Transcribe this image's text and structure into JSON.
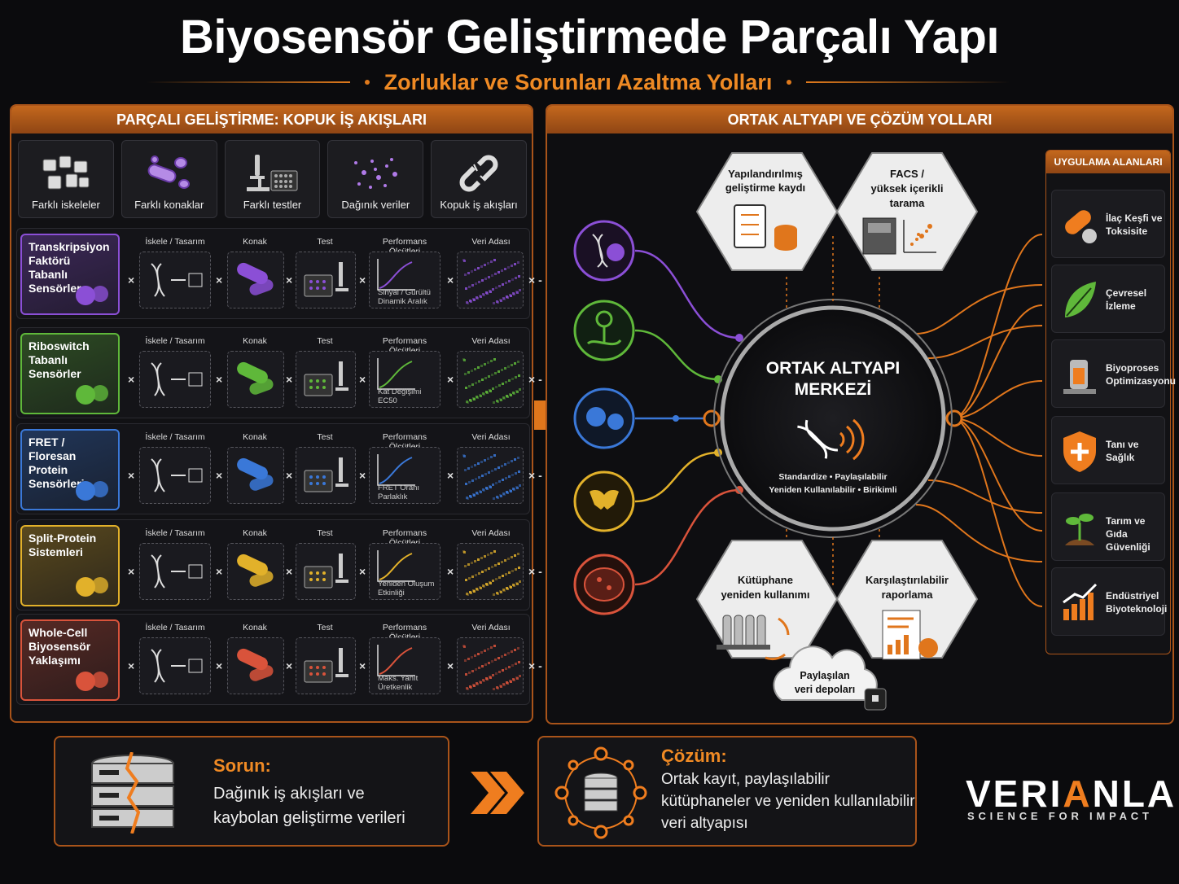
{
  "header": {
    "title": "Biyosensör Geliştirmede Parçalı Yapı",
    "subtitle": "Zorluklar ve Sorunları Azaltma Yolları"
  },
  "left_panel": {
    "title": "PARÇALI GELİŞTİRME: KOPUK İŞ AKIŞLARI",
    "issues": [
      {
        "label": "Farklı iskeleler",
        "icon": "blocks-icon"
      },
      {
        "label": "Farklı konaklar",
        "icon": "bacteria-icon"
      },
      {
        "label": "Farklı testler",
        "icon": "microscope-icon"
      },
      {
        "label": "Dağınık veriler",
        "icon": "scatter-icon"
      },
      {
        "label": "Kopuk iş akışları",
        "icon": "broken-chain-icon"
      }
    ],
    "stage_headers": [
      "İskele / Tasarım",
      "Konak",
      "Test",
      "Performans Ölçütleri",
      "Veri Adası"
    ],
    "rows": [
      {
        "name": "Transkripsiyon Faktörü Tabanlı Sensörler",
        "line1": "Transkripsiyon",
        "line2": "Faktörü Tabanlı",
        "line3": "Sensörler",
        "metric1": "Sinyal / Gürültü",
        "metric2": "Dinamik Aralık",
        "color": "#8b4fd6"
      },
      {
        "name": "Riboswitch Tabanlı Sensörler",
        "line1": "Riboswitch",
        "line2": "Tabanlı",
        "line3": "Sensörler",
        "metric1": "Kat Değişimi",
        "metric2": "EC50",
        "color": "#5fb83a"
      },
      {
        "name": "FRET / Floresan Protein Sensörleri",
        "line1": "FRET /",
        "line2": "Floresan Protein",
        "line3": "Sensörleri",
        "metric1": "FRET Oranı",
        "metric2": "Parlaklık",
        "color": "#3a78d8"
      },
      {
        "name": "Split-Protein Sistemleri",
        "line1": "Split-Protein",
        "line2": "Sistemleri",
        "line3": "",
        "metric1": "Yeniden Oluşum",
        "metric2": "Etkinliği",
        "color": "#e2b12a"
      },
      {
        "name": "Whole-Cell Biyosensör Yaklaşımı",
        "line1": "Whole-Cell",
        "line2": "Biyosensör",
        "line3": "Yaklaşımı",
        "metric1": "Maks. Yanıt",
        "metric2": "Üretkenlik",
        "color": "#d9533b"
      }
    ]
  },
  "right_panel": {
    "title": "ORTAK ALTYAPI VE ÇÖZÜM YOLLARI",
    "hub": {
      "title_line1": "ORTAK ALTYAPI",
      "title_line2": "MERKEZİ",
      "tag_line1": "Standardize • Paylaşılabilir",
      "tag_line2": "Yeniden Kullanılabilir • Birikimli"
    },
    "hexes": [
      {
        "line1": "Yapılandırılmış",
        "line2": "geliştirme kaydı",
        "line3": ""
      },
      {
        "line1": "FACS /",
        "line2": "yüksek içerikli",
        "line3": "tarama"
      },
      {
        "line1": "Kütüphane",
        "line2": "yeniden kullanımı",
        "line3": ""
      },
      {
        "line1": "Karşılaştırılabilir",
        "line2": "raporlama",
        "line3": ""
      }
    ],
    "cloud": {
      "line1": "Paylaşılan",
      "line2": "veri depoları"
    },
    "applications_title": "UYGULAMA ALANLARI",
    "applications": [
      {
        "line1": "İlaç Keşfi ve",
        "line2": "Toksisite",
        "icon": "capsule-icon"
      },
      {
        "line1": "Çevresel",
        "line2": "İzleme",
        "icon": "leaf-icon"
      },
      {
        "line1": "Biyoproses",
        "line2": "Optimizasyonu",
        "icon": "bioreactor-icon"
      },
      {
        "line1": "Tanı ve",
        "line2": "Sağlık",
        "icon": "shield-plus-icon"
      },
      {
        "line1": "Tarım ve",
        "line2": "Gıda Güvenliği",
        "icon": "sprout-icon"
      },
      {
        "line1": "Endüstriyel",
        "line2": "Biyoteknoloji",
        "icon": "growth-chart-icon"
      }
    ]
  },
  "bottom": {
    "problem_title": "Sorun:",
    "problem_line1": "Dağınık iş akışları ve",
    "problem_line2": "kaybolan geliştirme verileri",
    "solution_title": "Çözüm:",
    "solution_line1": "Ortak kayıt, paylaşılabilir",
    "solution_line2": "kütüphaneler ve yeniden kullanılabilir",
    "solution_line3": "veri altyapısı"
  },
  "brand": {
    "name_pre": "VERI",
    "name_a": "A",
    "name_post": "NLA",
    "tagline": "SCIENCE FOR IMPACT"
  },
  "colors": {
    "accent": "#ef7d1f",
    "purple": "#8b4fd6",
    "green": "#5fb83a",
    "blue": "#3a78d8",
    "yellow": "#e2b12a",
    "red": "#d9533b"
  }
}
